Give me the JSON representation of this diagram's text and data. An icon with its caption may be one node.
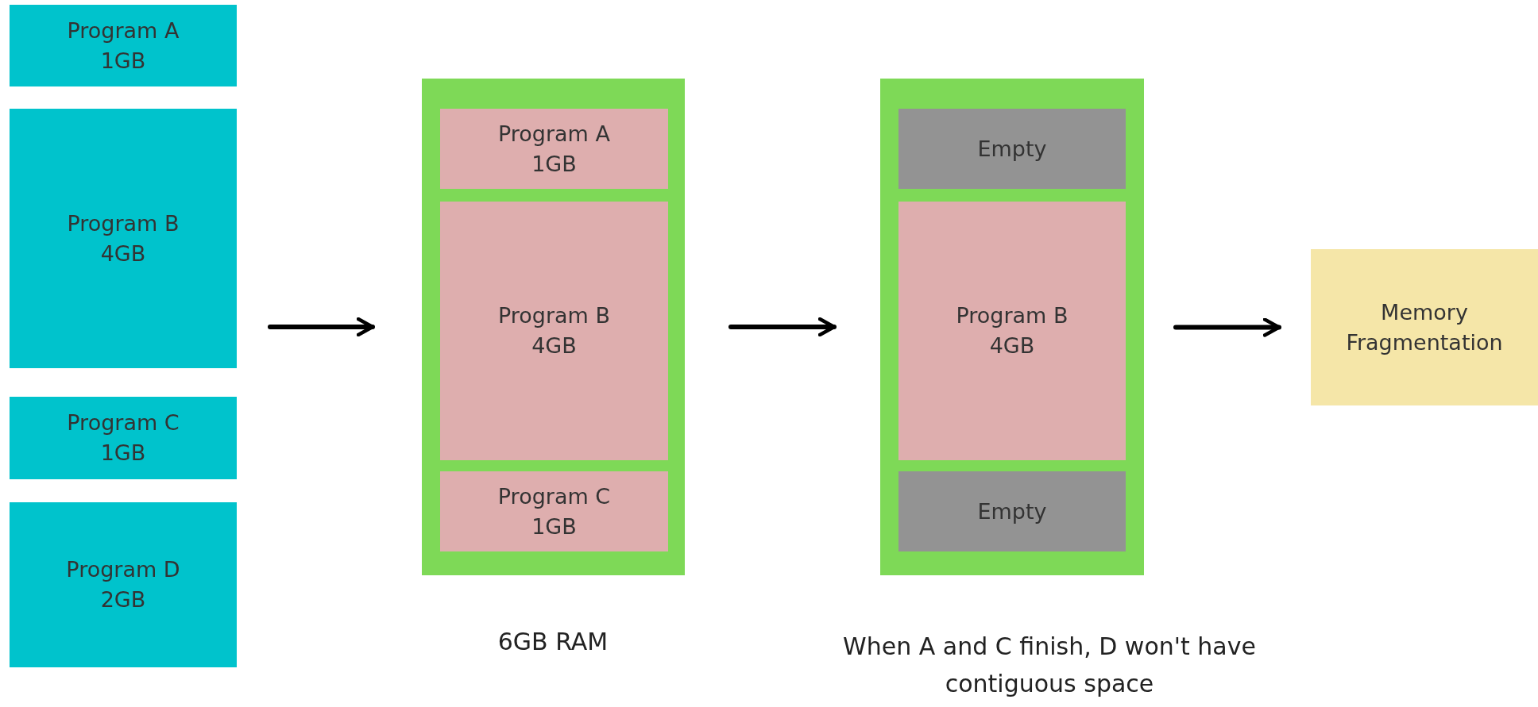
{
  "diagram": {
    "nodes": [
      {
        "text": [
          "Program A 1GB"
        ]
      },
      {
        "text": [
          "Program B 4GB"
        ]
      },
      {
        "text": [
          "Program C 1GB"
        ]
      },
      {
        "text": [
          "Program D 2GB"
        ]
      },
      {
        "text": [],
        "shape": "box",
        "beside": [
          "6GB RAM"
        ]
      },
      {
        "text": [
          "Program A 1GB"
        ],
        "in": 4
      },
      {
        "text": [
          "Program B 4GB"
        ],
        "in": 4
      },
      {
        "text": [
          "Program C 1GB"
        ],
        "in": 4
      },
      {
        "text": [],
        "shape": "box",
        "beside": [
          "When A and C finish, D won't have contiguous space"
        ]
      },
      {
        "text": [
          "Empty"
        ],
        "in": 8
      },
      {
        "text": [
          "Program B 4GB"
        ],
        "in": 8
      },
      {
        "text": [
          "Empty"
        ],
        "in": 8
      },
      {
        "text": [
          "Memory Fragmentation"
        ]
      }
    ],
    "edges": [
      {
        "from": null,
        "to": 4,
        "arrow": "to"
      },
      {
        "from": 4,
        "to": 8,
        "arrow": "to"
      },
      {
        "from": 8,
        "to": 12,
        "arrow": "to"
      }
    ]
  }
}
